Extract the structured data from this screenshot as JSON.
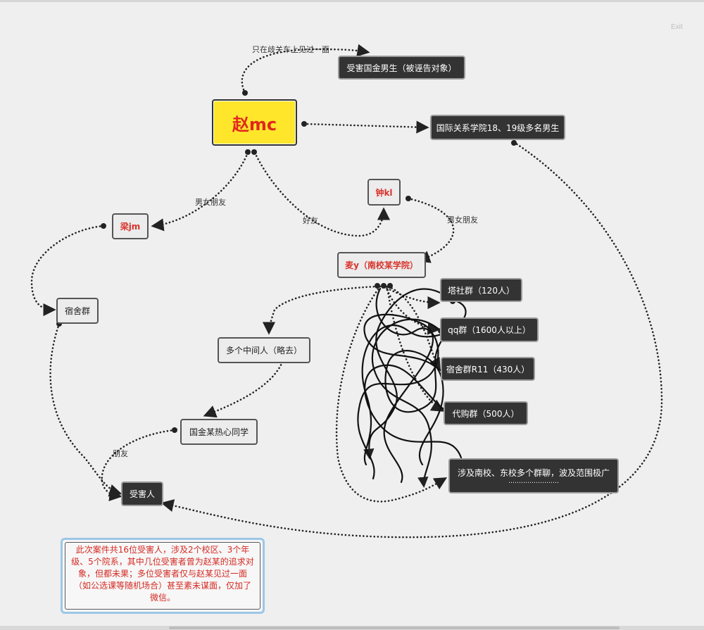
{
  "window": {
    "exit_label": "Exit"
  },
  "nodes": {
    "center": "赵mc",
    "victim_guo": "受害国金男生（被诬告对象）",
    "intl_relations": "国际关系学院18、19级多名男生",
    "liang": "梁jm",
    "zhong": "钟kl",
    "mai": "麦y（南校某学院）",
    "dorm_group": "宿舍群",
    "intermediaries": "多个中间人（略去）",
    "guo_helper": "国金某热心同学",
    "victims": "受害人",
    "tower_club": "塔社群（120人）",
    "qq_group": "qq群（1600人以上）",
    "dorm_r11": "宿舍群R11（430人）",
    "purchase_group": "代购群（500人）",
    "spread_main": "涉及南校、东校多个群聊，波及范围极广",
    "spread_dots": "……………………"
  },
  "edge_labels": {
    "bus_once": "只在歧关车上见过一面",
    "couple_left": "男女朋友",
    "friend": "好友",
    "couple_right": "男女朋友",
    "friends_victim": "朋友"
  },
  "summary": "此次案件共16位受害人，涉及2个校区、3个年级、5个院系，其中几位受害者曾为赵某的追求对象，但都未果；多位受害者仅与赵某见过一面（如公选课等随机场合）甚至素未谋面，仅加了微信。",
  "colors": {
    "center_fill": "#ffe62b",
    "accent_red": "#d8342c",
    "dark_node": "#333333",
    "summary_border": "#9bc7e6"
  }
}
